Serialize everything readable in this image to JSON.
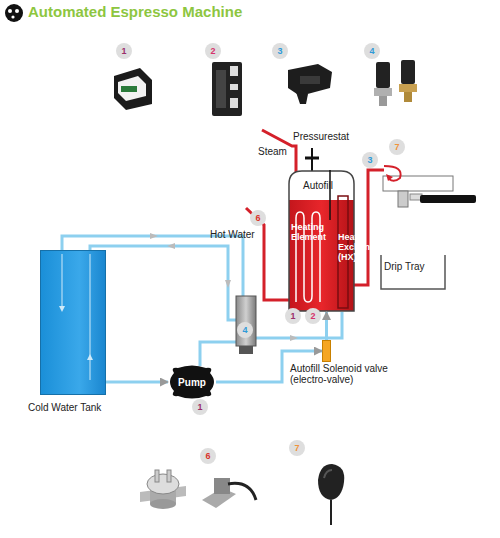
{
  "diagram": {
    "title": "Automated Espresso Machine",
    "nodes": [
      {
        "text": [
          "Heating Element",
          "Heat Exchanger (HX)"
        ]
      },
      {
        "text": [
          "Drip Tray"
        ]
      },
      {
        "text": [
          "Cold Water Tank"
        ]
      },
      {
        "text": [
          "Pump"
        ]
      },
      {
        "text": [
          "Autofill Solenoid valve (electro-valve)"
        ]
      }
    ],
    "edges": [
      {
        "from": 2,
        "to": 3,
        "arrow": "to"
      },
      {
        "from": 3,
        "to": 4,
        "arrow": "to"
      },
      {
        "from": 4,
        "to": 0,
        "arrow": "to"
      }
    ],
    "labels": [
      "1",
      "2",
      "3",
      "4",
      "Steam",
      "Pressurestat",
      "7",
      "3",
      "Autofill",
      "6",
      "Hot Water",
      "4",
      "1",
      "2",
      "1",
      "6",
      "7"
    ]
  }
}
